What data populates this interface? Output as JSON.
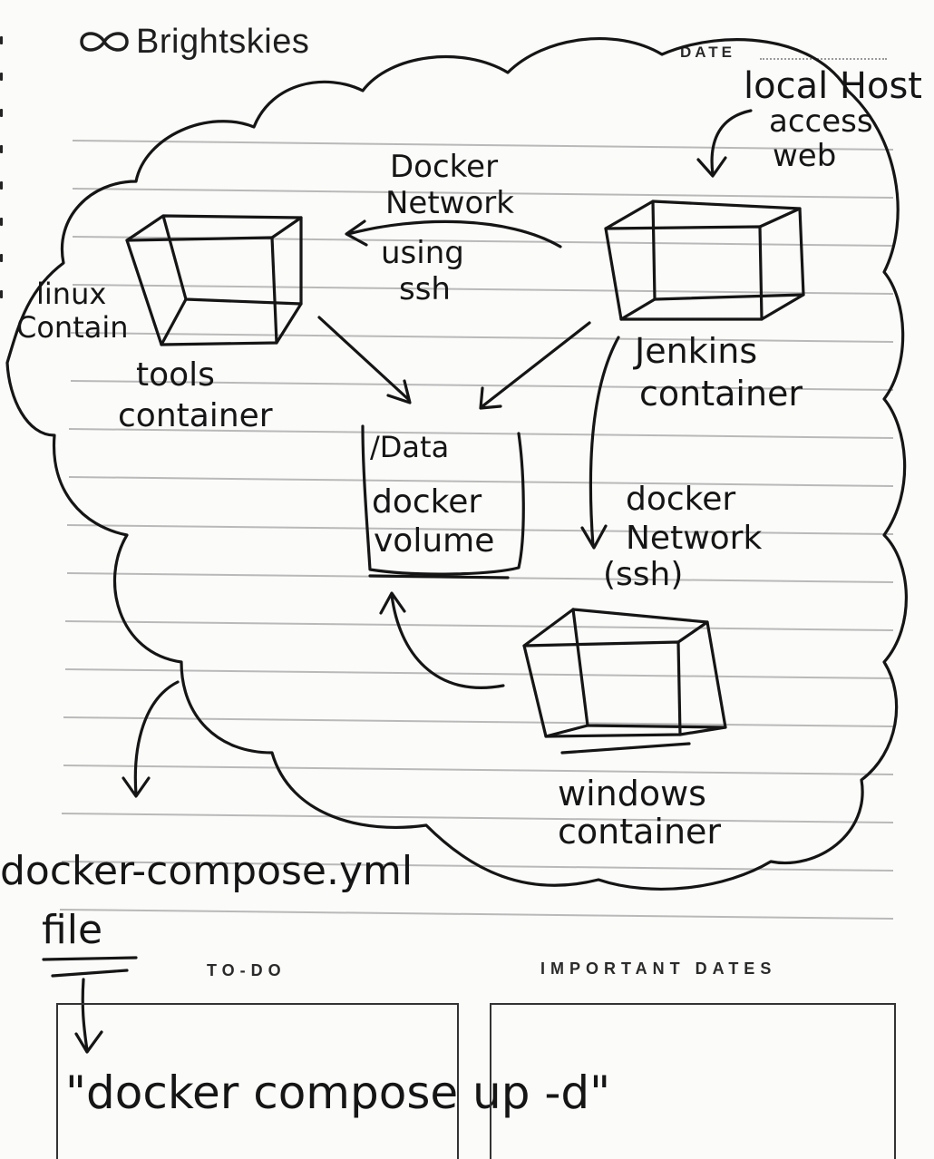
{
  "header": {
    "brand": "Brightskies",
    "date_label": "DATE",
    "date_value": "local Host"
  },
  "nodes": {
    "localhost_note": {
      "line1": "access",
      "line2": "web"
    },
    "network_top": {
      "line1": "Docker",
      "line2": "Network",
      "line3": "using",
      "line4": "ssh"
    },
    "linux_label": {
      "line1": "linux",
      "line2": "Contain"
    },
    "tools": {
      "line1": "tools",
      "line2": "container"
    },
    "jenkins": {
      "line1": "Jenkins",
      "line2": "container"
    },
    "volume": {
      "line1": "/Data",
      "line2": "docker",
      "line3": "volume"
    },
    "network_right": {
      "line1": "docker",
      "line2": "Network",
      "line3": "(ssh)"
    },
    "windows": {
      "line1": "windows",
      "line2": "container"
    },
    "compose_file": {
      "line1": "docker-compose.yml",
      "line2": "file"
    }
  },
  "planner": {
    "todo_label": "TO-DO",
    "dates_label": "IMPORTANT DATES"
  },
  "command": "\"docker compose up -d\""
}
